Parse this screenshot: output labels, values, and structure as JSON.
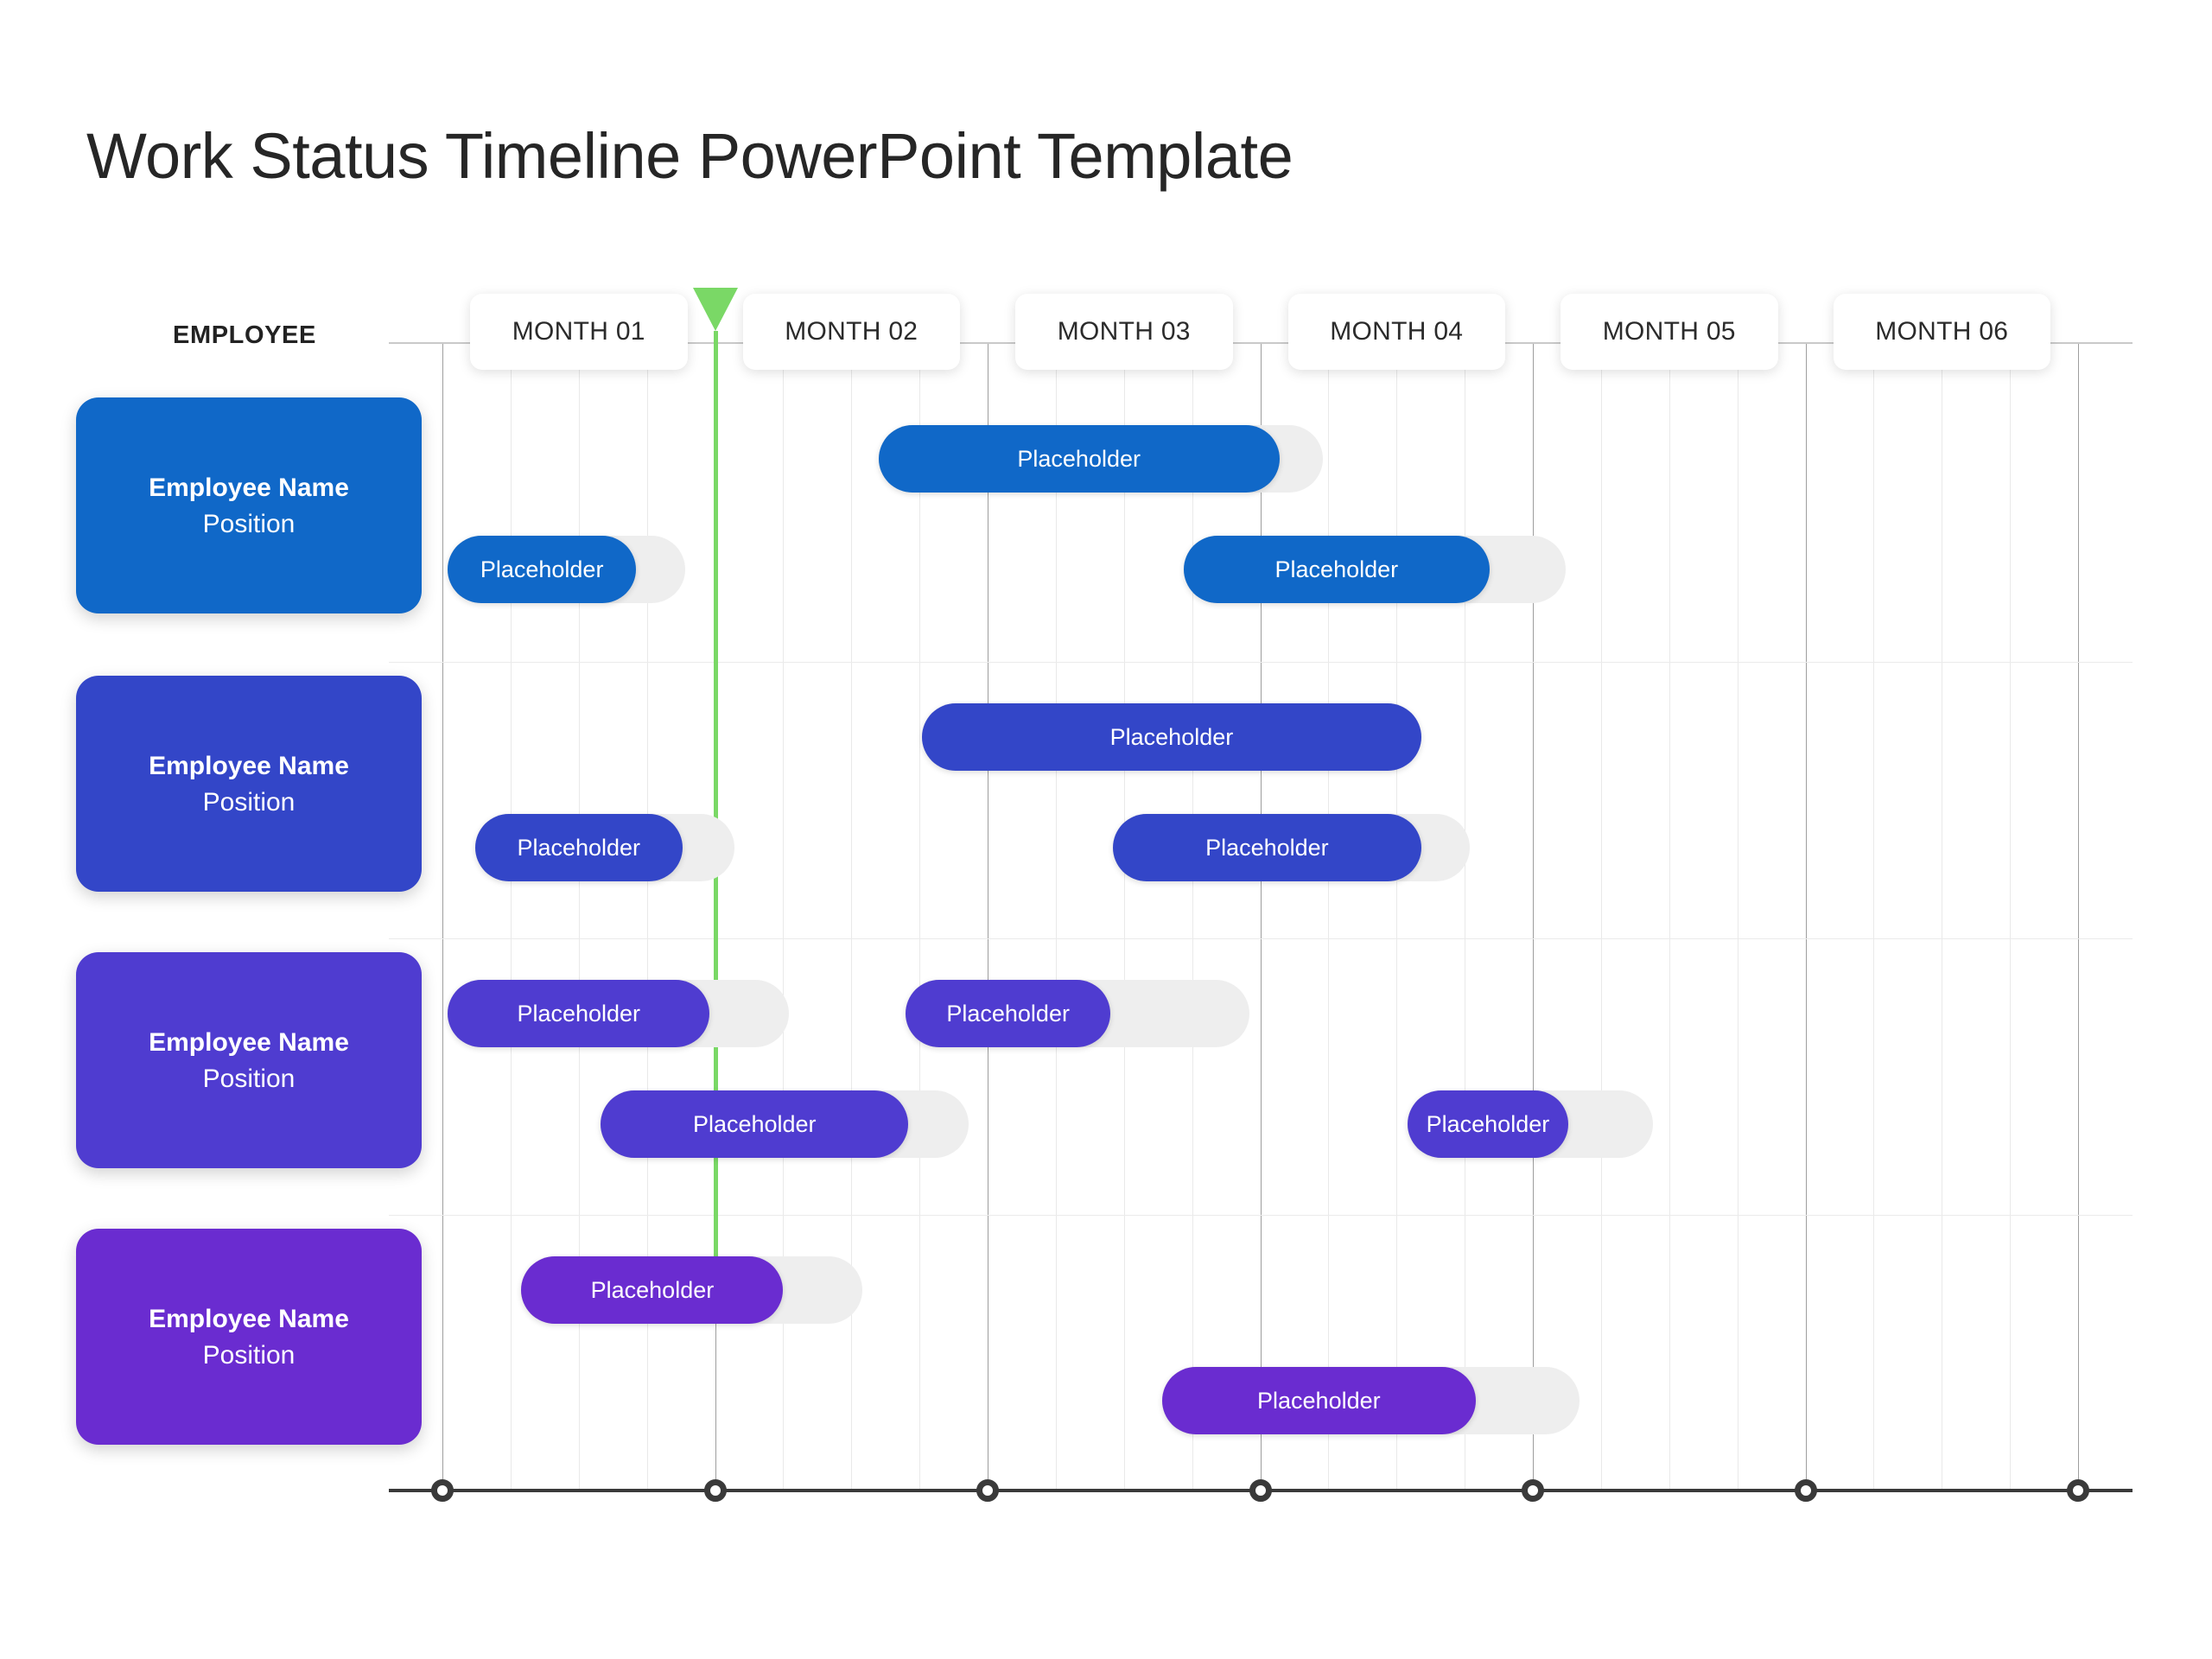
{
  "title": "Work Status Timeline PowerPoint Template",
  "employee_column_header": "EMPLOYEE",
  "colors": {
    "row1": "#1068c8",
    "row2": "#3346c8",
    "row3": "#4f3cd0",
    "row4": "#6a2cd0",
    "track": "#eeeeee",
    "today_marker": "#7ad866",
    "axis": "#3a3a3a",
    "gridline_major": "#9e9e9e",
    "gridline_minor": "#e9e9e9"
  },
  "timeline": {
    "months": [
      {
        "label": "MONTH 01"
      },
      {
        "label": "MONTH 02"
      },
      {
        "label": "MONTH 03"
      },
      {
        "label": "MONTH 04"
      },
      {
        "label": "MONTH 05"
      },
      {
        "label": "MONTH 06"
      }
    ],
    "subdivisions_per_month": 4,
    "axis_node_count": 7,
    "today_marker_month": 2,
    "today_marker_label": ""
  },
  "rows": [
    {
      "name": "Employee Name",
      "position": "Position",
      "color": "#1068c8",
      "bars": [
        {
          "label": "Placeholder",
          "start_month": 2.6,
          "fill_end_month": 4.07,
          "track_end_month": 4.23,
          "lane": 0
        },
        {
          "label": "Placeholder",
          "start_month": 1.02,
          "fill_end_month": 1.71,
          "track_end_month": 1.89,
          "lane": 1
        },
        {
          "label": "Placeholder",
          "start_month": 3.72,
          "fill_end_month": 4.84,
          "track_end_month": 5.12,
          "lane": 1
        }
      ]
    },
    {
      "name": "Employee Name",
      "position": "Position",
      "color": "#3346c8",
      "bars": [
        {
          "label": "Placeholder",
          "start_month": 2.76,
          "fill_end_month": 4.59,
          "track_end_month": 4.59,
          "lane": 0
        },
        {
          "label": "Placeholder",
          "start_month": 1.12,
          "fill_end_month": 1.88,
          "track_end_month": 2.07,
          "lane": 1
        },
        {
          "label": "Placeholder",
          "start_month": 3.46,
          "fill_end_month": 4.59,
          "track_end_month": 4.77,
          "lane": 1
        }
      ]
    },
    {
      "name": "Employee Name",
      "position": "Position",
      "color": "#4f3cd0",
      "bars": [
        {
          "label": "Placeholder",
          "start_month": 1.02,
          "fill_end_month": 1.98,
          "track_end_month": 2.27,
          "lane": 0
        },
        {
          "label": "Placeholder",
          "start_month": 2.7,
          "fill_end_month": 3.45,
          "track_end_month": 3.96,
          "lane": 0
        },
        {
          "label": "Placeholder",
          "start_month": 1.58,
          "fill_end_month": 2.71,
          "track_end_month": 2.93,
          "lane": 1
        },
        {
          "label": "Placeholder",
          "start_month": 4.54,
          "fill_end_month": 5.13,
          "track_end_month": 5.44,
          "lane": 1
        }
      ]
    },
    {
      "name": "Employee Name",
      "position": "Position",
      "color": "#6a2cd0",
      "bars": [
        {
          "label": "Placeholder",
          "start_month": 1.29,
          "fill_end_month": 2.25,
          "track_end_month": 2.54,
          "lane": 0
        },
        {
          "label": "Placeholder",
          "start_month": 3.64,
          "fill_end_month": 4.79,
          "track_end_month": 5.17,
          "lane": 1
        }
      ]
    }
  ]
}
